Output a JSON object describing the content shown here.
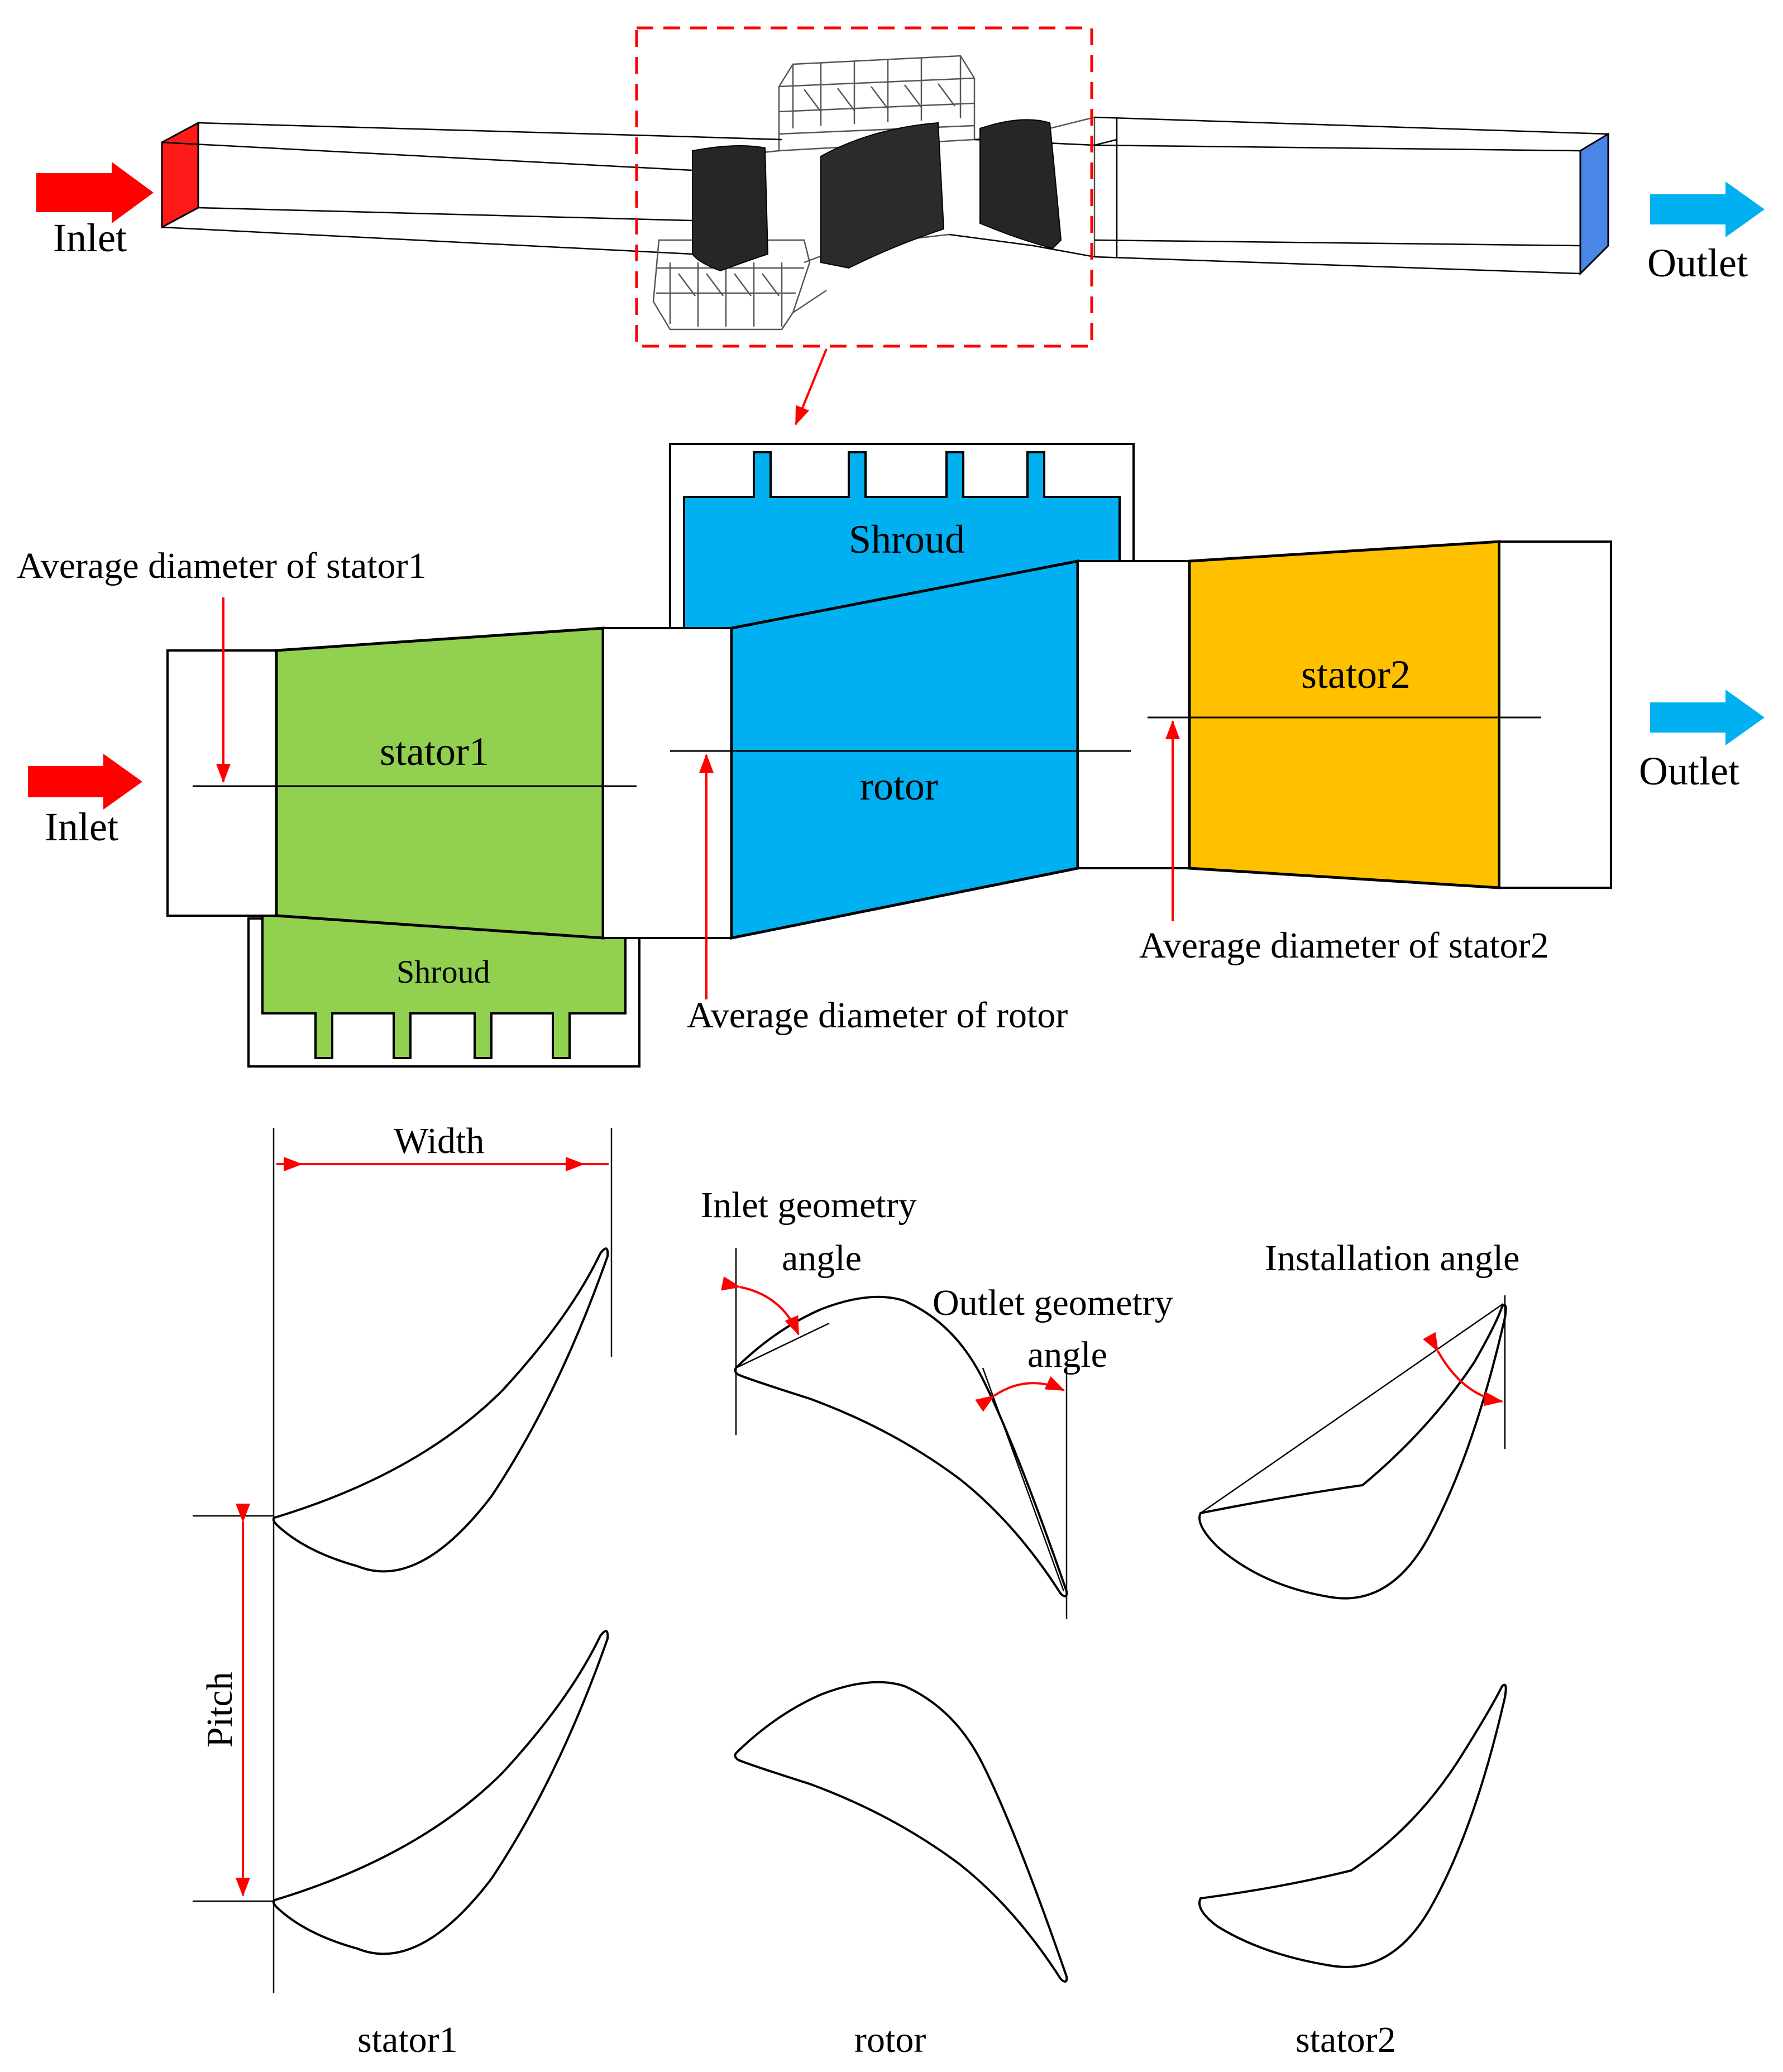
{
  "colors": {
    "inlet_arrow": "#ff0000",
    "outlet_arrow": "#00b0f0",
    "stator1": "#92d050",
    "rotor": "#00b0f0",
    "stator2": "#ffc000",
    "annotation": "#ff0000",
    "blade_3d": "#262626"
  },
  "top_view": {
    "inlet_label": "Inlet",
    "outlet_label": "Outlet"
  },
  "meridional": {
    "inlet_label": "Inlet",
    "outlet_label": "Outlet",
    "shroud_top_label": "Shroud",
    "shroud_bottom_label": "Shroud",
    "stator1_label": "stator1",
    "rotor_label": "rotor",
    "stator2_label": "stator2",
    "avg_stator1": "Average diameter of stator1",
    "avg_rotor": "Average diameter of rotor",
    "avg_stator2": "Average diameter of stator2"
  },
  "profiles": {
    "width_label": "Width",
    "pitch_label": "Pitch",
    "inlet_angle_line1": "Inlet geometry",
    "inlet_angle_line2": "angle",
    "outlet_angle_line1": "Outlet geometry",
    "outlet_angle_line2": "angle",
    "installation_angle": "Installation angle",
    "stator1_caption": "stator1",
    "rotor_caption": "rotor",
    "stator2_caption": "stator2"
  },
  "icons": [
    "flow-arrow-icon",
    "dimension-arrow-icon"
  ]
}
